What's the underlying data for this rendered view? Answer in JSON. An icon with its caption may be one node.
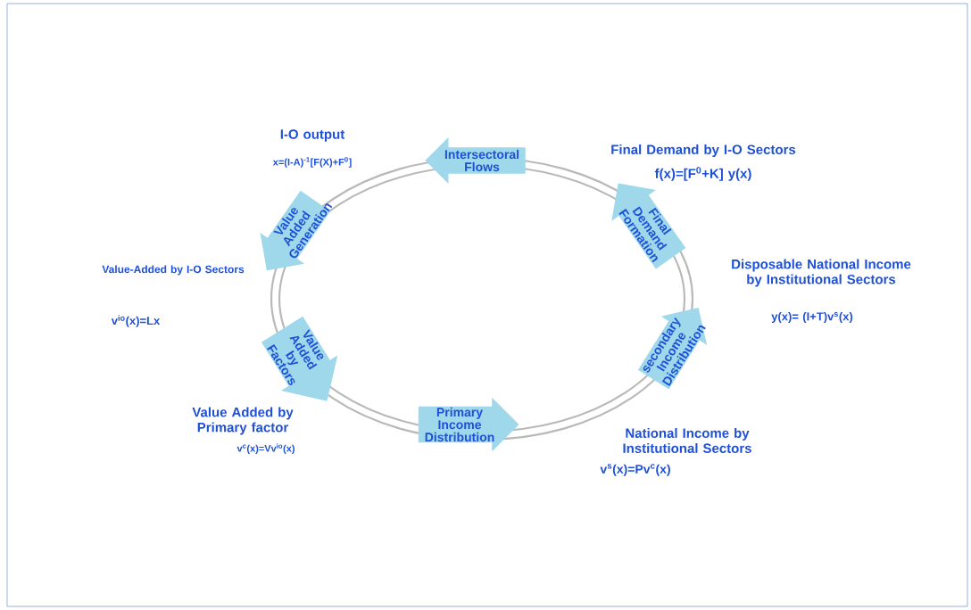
{
  "diagram": {
    "nodes": [
      {
        "text": [
          "Intersectoral Flows"
        ]
      },
      {
        "text": [
          "Final Demand Formation"
        ]
      },
      {
        "text": [
          "secondary Income Distribution"
        ]
      },
      {
        "text": [
          "Primary Income Distribution"
        ]
      },
      {
        "text": [
          "Value Added by Factors"
        ]
      },
      {
        "text": [
          "Value Added Generation"
        ]
      }
    ],
    "labels": [
      "I-O output",
      "x=(I-A)$^{-1}$[F(X)+F$^{0}$]",
      "Final Demand by I-O Sectors",
      "f(x)=[F$^{0}$+K] y(x)",
      "Value-Added by I-O Sectors",
      "Disposable National Income by Institutional Sectors",
      "y(x)= (I+T)v$^{s}$(x)",
      "v$^{io}$(x)=Lx",
      "Value Added by Primary factor",
      "v$^{c}$(x)=Vv$^{io}$(x)",
      "National Income by Institutional Sectors",
      "v$^{s}$(x)=Pv$^{c}$(x)"
    ]
  }
}
